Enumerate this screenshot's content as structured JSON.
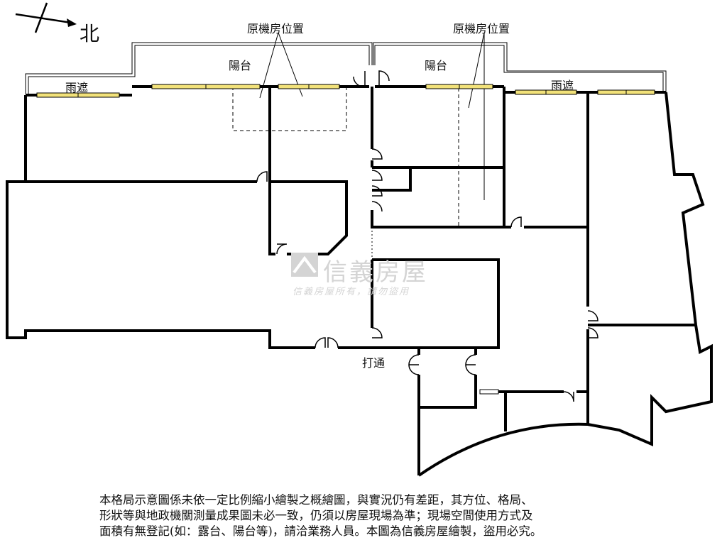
{
  "compass": {
    "label": "北"
  },
  "labels": {
    "machine_room_1": "原機房位置",
    "machine_room_2": "原機房位置",
    "balcony_1": "陽台",
    "balcony_2": "陽台",
    "canopy_left": "雨遮",
    "canopy_right": "雨遮",
    "opening": "打通"
  },
  "watermark": {
    "brand": "信義房屋",
    "notice": "信義房屋所有，請勿盜用"
  },
  "disclaimer": {
    "line1": "本格局示意圖係未依一定比例縮小繪製之概繪圖，與實況仍有差距，其方位、格局、",
    "line2": "形狀等與地政機關測量成果圖未必一致，仍須以房屋現場為準；現場空間使用方式及",
    "line3": "面積有無登記(如：露台、陽台等)，請洽業務人員。本圖為信義房屋繪製，盜用必究。"
  },
  "colors": {
    "wall": "#000000",
    "window_glass": "#f2e27a",
    "watermark": "#d4d4d4"
  }
}
